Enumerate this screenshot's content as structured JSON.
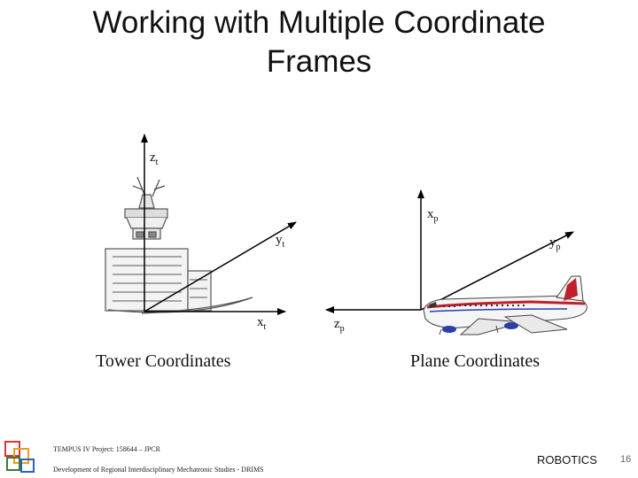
{
  "title": {
    "line1": "Working with Multiple Coordinate",
    "line2": "Frames"
  },
  "tower": {
    "caption": "Tower Coordinates",
    "axis_z": "z",
    "axis_z_sub": "t",
    "axis_y": "y",
    "axis_y_sub": "t",
    "axis_x": "x",
    "axis_x_sub": "t"
  },
  "plane": {
    "caption": "Plane Coordinates",
    "axis_x": "x",
    "axis_x_sub": "p",
    "axis_y": "y",
    "axis_y_sub": "p",
    "axis_z": "z",
    "axis_z_sub": "p"
  },
  "footer": {
    "project": "TEMPUS IV Project: 158644 – JPCR",
    "program": "Development of Regional Interdisciplinary Mechatronic Studies - DRIMS",
    "subject": "ROBOTICS",
    "page": "16"
  },
  "colors": {
    "plane_stripe": "#c0202a",
    "plane_window": "#2b3fa8"
  }
}
